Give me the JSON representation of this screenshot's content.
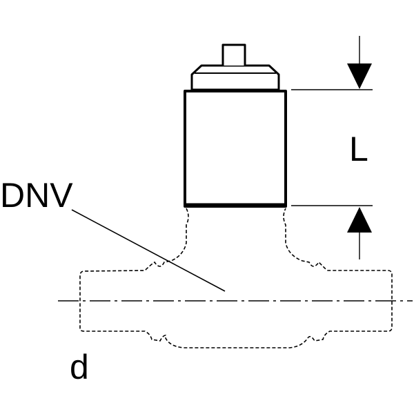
{
  "labels": {
    "dnv": "DNV",
    "length": "L",
    "diameter": "d"
  },
  "colors": {
    "line": "#000000",
    "background": "#ffffff"
  }
}
